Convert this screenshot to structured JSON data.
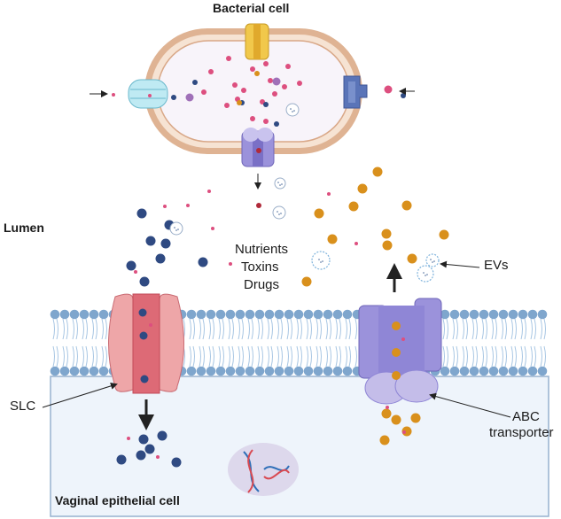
{
  "labels": {
    "bacterial_cell": "Bacterial cell",
    "lumen": "Lumen",
    "nutrients": "Nutrients",
    "toxins": "Toxins",
    "drugs": "Drugs",
    "evs": "EVs",
    "slc": "SLC",
    "abc_line1": "ABC",
    "abc_line2": "transporter",
    "vaginal_cell": "Vaginal epithelial cell"
  },
  "colors": {
    "cell_wall_outer": "#dfb393",
    "cell_wall_inner": "#f6e3d3",
    "cytoplasm": "#f8f4fa",
    "membrane_head": "#7fa6cd",
    "membrane_tail": "#a8c6e3",
    "epithelial_fill": "#eef4fb",
    "slc_light": "#eea6a8",
    "slc_dark": "#dd6a76",
    "abc_dark": "#8f86d6",
    "abc_light": "#c4bde9",
    "navy_molecule": "#2f4a82",
    "orange_molecule": "#d9901c",
    "pink_molecule": "#dd4f7f",
    "purple_molecule": "#a070b8",
    "dna_nucleus": "#ddd8ec"
  },
  "icons": [
    "arrow-icon",
    "ev-vesicle-icon",
    "dna-icon",
    "porin-icon",
    "abc-transporter-icon",
    "slc-transporter-icon"
  ]
}
